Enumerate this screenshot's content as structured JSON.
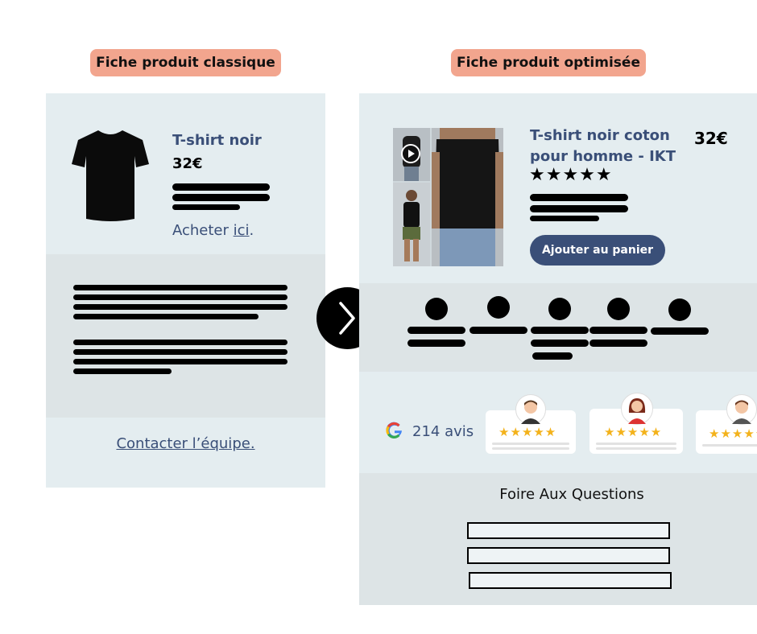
{
  "left": {
    "label": "Fiche produit classique",
    "product_title": "T-shirt noir",
    "price": "32€",
    "cta_prefix": "Acheter ",
    "cta_link": "ici",
    "cta_suffix": ".",
    "contact": "Contacter l’équipe."
  },
  "right": {
    "label": "Fiche produit optimisée",
    "product_title_line1": "T-shirt noir coton",
    "product_title_line2": "pour homme - IKT",
    "price": "32€",
    "stars": "★★★★★",
    "button": "Ajouter au panier",
    "reviews_count": "214 avis",
    "review_stars": "★★★★★",
    "faq_title": "Foire Aux Questions"
  },
  "arrow_icon": "chevron-right-icon",
  "colors": {
    "label_bg": "#f2a58e",
    "panel_light": "#e4edf0",
    "panel_dark": "#dde4e6",
    "title_blue": "#3a4f78",
    "button_bg": "#3a4f78",
    "review_star": "#f3b21b"
  }
}
